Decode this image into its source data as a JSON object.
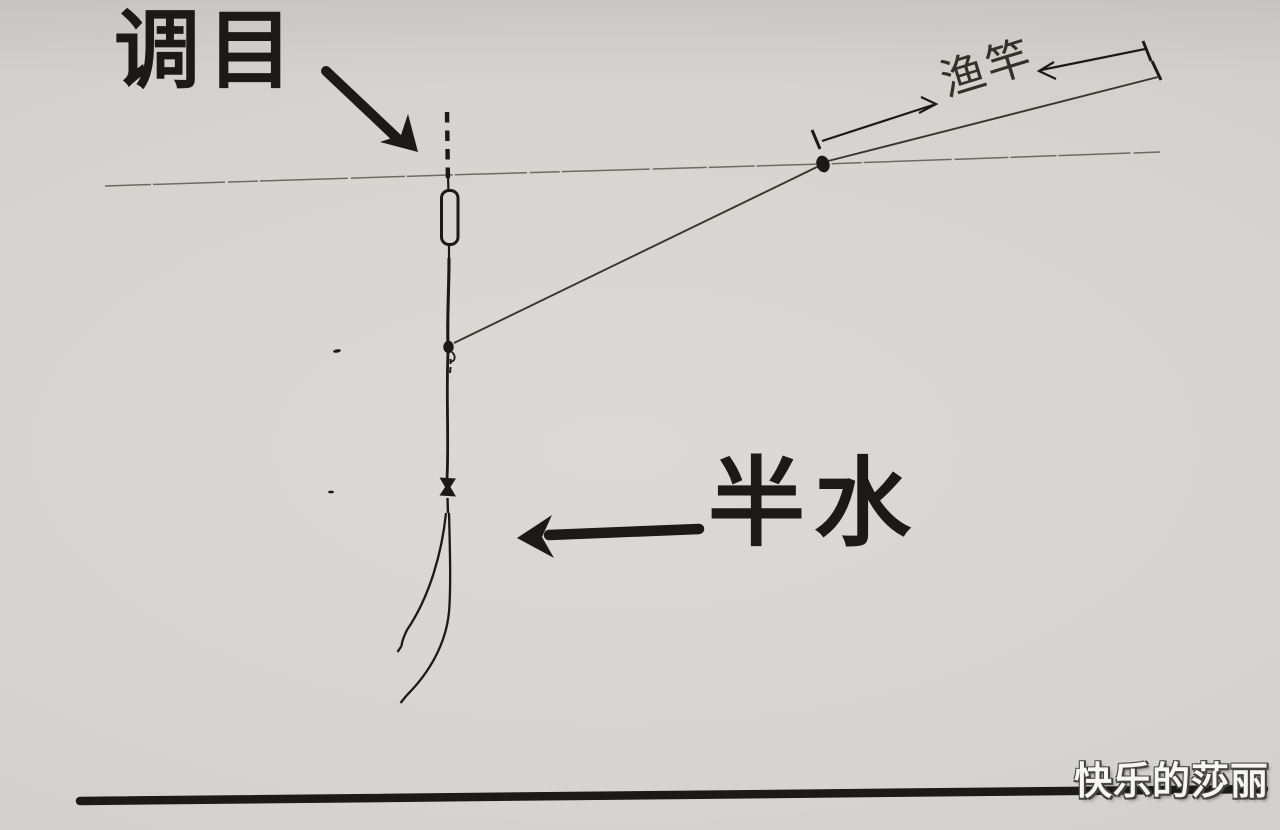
{
  "labels": {
    "tiao_mu": "调目",
    "ban_shui": "半水",
    "rod": "渔竿",
    "watermark": "快乐的莎丽"
  },
  "colors": {
    "paper": "#d6d4d1",
    "paper_edge": "#c0beba",
    "ink": "#1b1a17",
    "ink_light": "#39352f",
    "faint": "#5b5751",
    "watermark_fill": "#f7f6f4",
    "watermark_outline": "#45423f"
  }
}
